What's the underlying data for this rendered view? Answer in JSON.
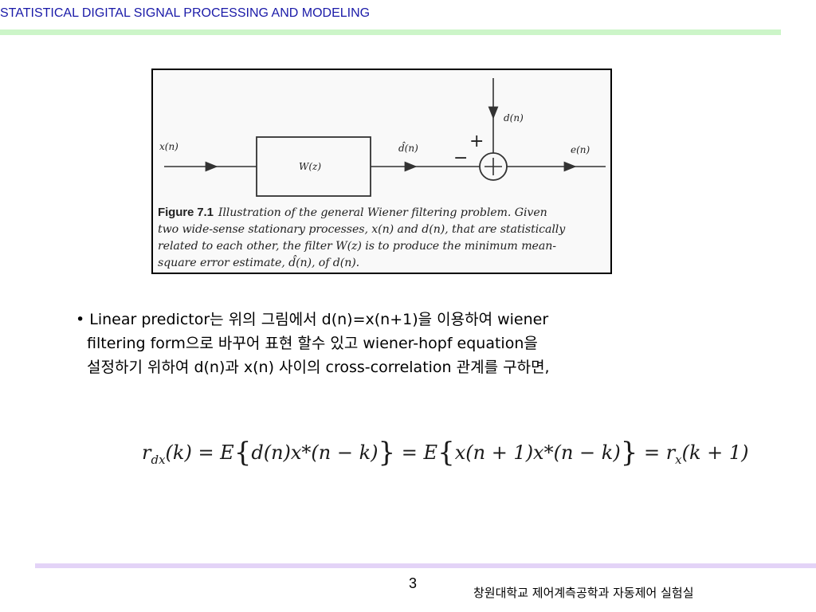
{
  "header": {
    "title": "STATISTICAL DIGITAL SIGNAL PROCESSING AND MODELING",
    "title_color": "#1a1aa8",
    "rule_color": "#ccf5c8"
  },
  "figure": {
    "input_label": "x(n)",
    "filter_label": "W(z)",
    "estimate_label": "d̂(n)",
    "desired_label": "d(n)",
    "output_label": "e(n)",
    "minus_sign": "−",
    "plus_sign": "+",
    "caption_label": "Figure 7.1",
    "caption_lines": [
      "Illustration of the general Wiener filtering problem. Given",
      "two wide-sense stationary processes, x(n) and d(n), that are statistically",
      "related to each other, the filter W(z) is to produce the minimum mean-",
      "square error estimate, d̂(n), of d(n)."
    ]
  },
  "body": {
    "bullet_mark": "•",
    "lines": [
      "Linear predictor는 위의 그림에서 d(n)=x(n+1)을 이용하여 wiener",
      "filtering form으로 바꾸어 표현 할수 있고 wiener-hopf equation을",
      "설정하기 위하여 d(n)과 x(n) 사이의 cross-correlation 관계를 구하면,"
    ]
  },
  "equation": {
    "lhs": "r",
    "lhs_sub": "dx",
    "lhs_arg": "(k) = E",
    "term1": "d(n)x*(n − k)",
    "mid": " = E",
    "term2": "x(n + 1)x*(n − k)",
    "rhs_eq": " = r",
    "rhs_sub": "x",
    "rhs_arg": "(k + 1)",
    "brace_open": "{",
    "brace_close": "}"
  },
  "footer": {
    "page_number": "3",
    "organization": "창원대학교 제어계측공학과 자동제어 실험실",
    "rule_color": "#e3d3f7"
  }
}
